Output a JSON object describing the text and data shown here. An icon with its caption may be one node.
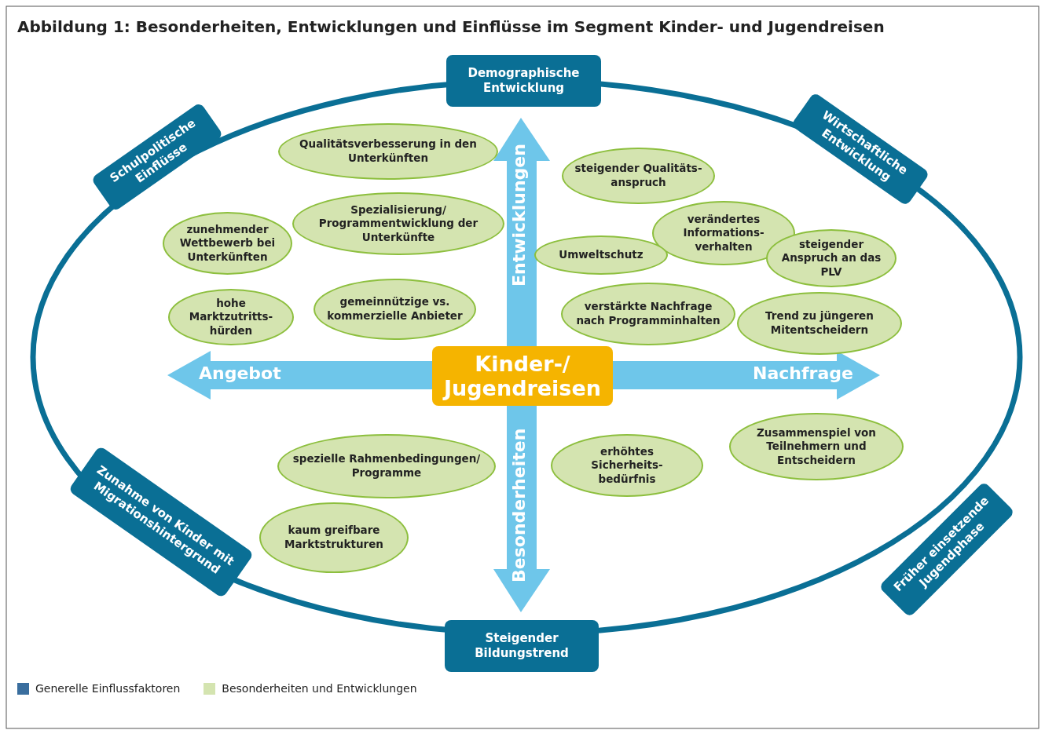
{
  "diagram": {
    "title": "Abbildung 1: Besonderheiten, Entwicklungen und Einflüsse im Segment Kinder- und Jugendreisen",
    "nodes": [
      {
        "text": [
          "Demographische Entwicklung"
        ]
      },
      {
        "text": [
          "Schulpolitische Einflüsse"
        ]
      },
      {
        "text": [
          "Wirtschaftliche Entwicklung"
        ]
      },
      {
        "text": [
          "Zunahme von Kinder mit Migrationshintergrund"
        ]
      },
      {
        "text": [
          "Früher einsetzende Jugendphase"
        ]
      },
      {
        "text": [
          "Steigender Bildungstrend"
        ]
      },
      {
        "text": [
          "Kinder-/ Jugendreisen"
        ]
      },
      {
        "text": [
          "Qualitätsverbesserung in den Unterkünften"
        ]
      },
      {
        "text": [
          "zunehmender Wettbewerb bei Unterkünften"
        ]
      },
      {
        "text": [
          "Spezialisierung/ Programmentwicklung der Unterkünfte"
        ]
      },
      {
        "text": [
          "hohe Marktzutritts- hürden"
        ]
      },
      {
        "text": [
          "gemeinnützige vs. kommerzielle Anbieter"
        ]
      },
      {
        "text": [
          "steigender Qualitäts- anspruch"
        ]
      },
      {
        "text": [
          "verändertes Informations- verhalten"
        ]
      },
      {
        "text": [
          "Umweltschutz"
        ]
      },
      {
        "text": [
          "steigender Anspruch an das PLV"
        ]
      },
      {
        "text": [
          "verstärkte Nachfrage nach Programminhalten"
        ]
      },
      {
        "text": [
          "Trend zu jüngeren Mitentscheidern"
        ]
      },
      {
        "text": [
          "spezielle Rahmenbedingungen/ Programme"
        ]
      },
      {
        "text": [
          "kaum greifbare Marktstrukturen"
        ]
      },
      {
        "text": [
          "erhöhtes Sicherheits- bedürfnis"
        ]
      },
      {
        "text": [
          "Zusammenspiel von Teilnehmern und Entscheidern"
        ]
      }
    ],
    "labels": [
      "Entwicklungen",
      "Angebot",
      "Nachfrage",
      "Besonderheiten"
    ],
    "legend": [
      {
        "text": "Generelle Einflussfaktoren",
        "color": "#3a6e9e"
      },
      {
        "text": "Besonderheiten und Entwicklungen",
        "color": "#d4e4b0"
      }
    ]
  }
}
